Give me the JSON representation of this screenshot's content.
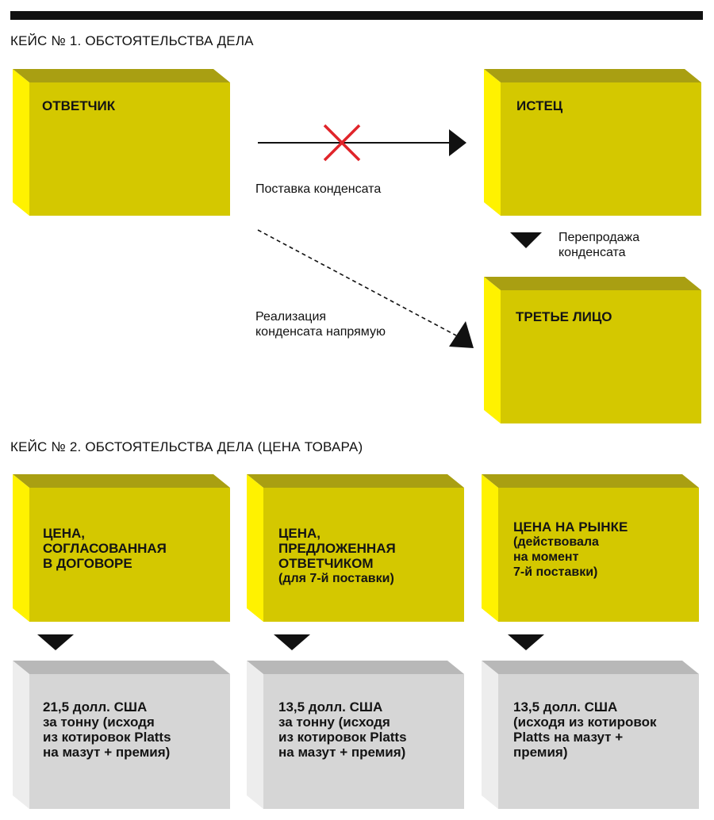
{
  "case1": {
    "heading": "КЕЙС № 1. ОБСТОЯТЕЛЬСТВА ДЕЛА",
    "defendant": "ОТВЕТЧИК",
    "plaintiff": "ИСТЕЦ",
    "third_party": "ТРЕТЬЕ ЛИЦО",
    "delivery_label": "Поставка конденсата",
    "resale_label": [
      "Перепродажа",
      "конденсата"
    ],
    "direct_sale_label": [
      "Реализация",
      "конденсата напрямую"
    ]
  },
  "case2": {
    "heading": "КЕЙС № 2. ОБСТОЯТЕЛЬСТВА ДЕЛА (ЦЕНА ТОВАРА)",
    "columns": [
      {
        "title": [
          "ЦЕНА,",
          "СОГЛАСОВАННАЯ",
          "В ДОГОВОРЕ"
        ],
        "note": [],
        "price": [
          "21,5 долл. США",
          "за тонну (исходя",
          "из котировок Platts",
          "на мазут + премия)"
        ]
      },
      {
        "title": [
          "ЦЕНА,",
          "ПРЕДЛОЖЕННАЯ",
          "ОТВЕТЧИКОМ"
        ],
        "note": [
          "(для 7-й поставки)"
        ],
        "price": [
          "13,5 долл. США",
          "за тонну (исходя",
          "из котировок Platts",
          "на мазут + премия)"
        ]
      },
      {
        "title": [
          "ЦЕНА НА РЫНКЕ"
        ],
        "note": [
          "(действовала",
          "на момент",
          "7-й поставки)"
        ],
        "price": [
          "13,5 долл. США",
          "(исходя из котировок",
          "Platts на мазут +",
          "премия)"
        ]
      }
    ]
  },
  "colors": {
    "box_front": "#d4c800",
    "box_top": "#a99f12",
    "box_side": "#fff200",
    "gray_front": "#d6d6d6",
    "gray_top": "#b8b8b8",
    "gray_side": "#ededed",
    "cross": "#e0242a"
  }
}
